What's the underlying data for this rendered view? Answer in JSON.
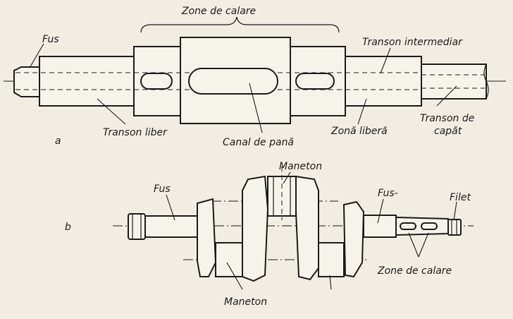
{
  "figure_a": {
    "letter": "a",
    "labels": {
      "zona_calare": "Zone de calare",
      "fus": "Fus",
      "transon_intermediar": "Transon intermediar",
      "transon_liber": "Transon liber",
      "canal_pana": "Canal de pană",
      "zona_libera": "Zonă liberă",
      "transon_capat_line1": "Transon de",
      "transon_capat_line2": "capăt"
    }
  },
  "figure_b": {
    "letter": "b",
    "labels": {
      "maneton_top": "Maneton",
      "fus_left": "Fus",
      "fus_right": "Fus-",
      "filet": "Filet",
      "zone_calare": "Zone de calare",
      "maneton_bottom": "Maneton"
    }
  }
}
